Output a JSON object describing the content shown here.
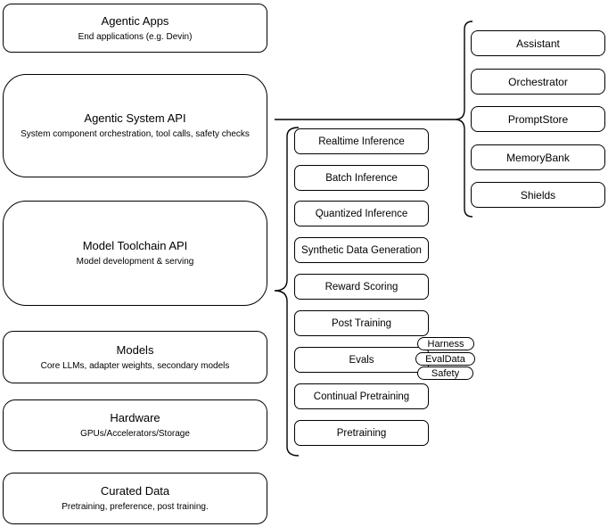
{
  "diagram": {
    "left_boxes": [
      {
        "title": "Agentic Apps",
        "subtitle": "End applications (e.g. Devin)"
      },
      {
        "title": "Agentic System API",
        "subtitle": "System component orchestration, tool calls, safety checks"
      },
      {
        "title": "Model Toolchain API",
        "subtitle": "Model development & serving"
      },
      {
        "title": "Models",
        "subtitle": "Core LLMs, adapter weights, secondary models"
      },
      {
        "title": "Hardware",
        "subtitle": "GPUs/Accelerators/Storage"
      },
      {
        "title": "Curated Data",
        "subtitle": "Pretraining, preference, post training."
      }
    ],
    "toolchain_services": [
      "Realtime Inference",
      "Batch Inference",
      "Quantized Inference",
      "Synthetic Data Generation",
      "Reward Scoring",
      "Post Training",
      "Evals",
      "Continual Pretraining",
      "Pretraining"
    ],
    "eval_tags": [
      "Harness",
      "EvalData",
      "Safety"
    ],
    "system_components": [
      "Assistant",
      "Orchestrator",
      "PromptStore",
      "MemoryBank",
      "Shields"
    ],
    "colors": {
      "stroke": "#000000",
      "fill": "#ffffff",
      "text": "#000000"
    }
  }
}
